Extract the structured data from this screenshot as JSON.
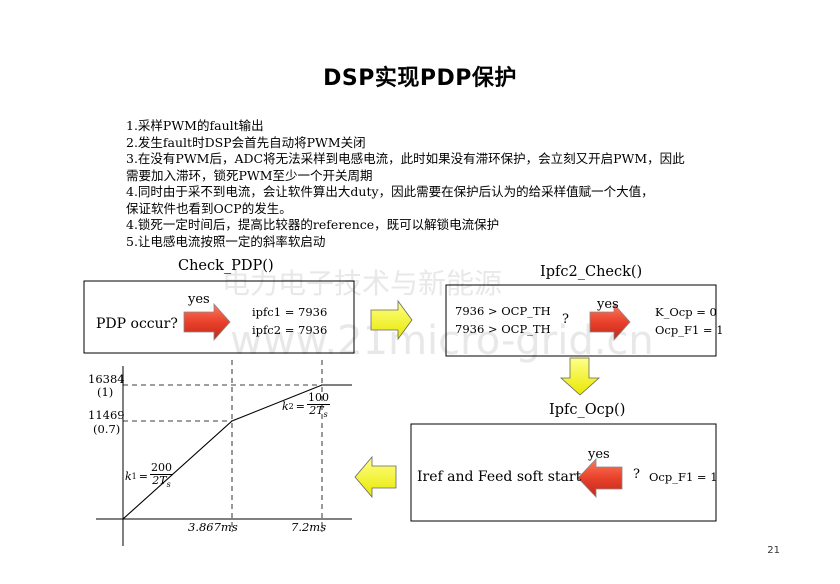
{
  "slide": {
    "title": "DSP实现PDP保护",
    "page_number": "21"
  },
  "steps": [
    "1.采样PWM的fault输出",
    "2.发生fault时DSP会首先自动将PWM关闭",
    "3.在没有PWM后，ADC将无法采样到电感电流，此时如果没有滞环保护，会立刻又开启PWM，因此",
    "需要加入滞环，锁死PWM至少一个开关周期",
    "4.同时由于采不到电流，会让软件算出大duty，因此需要在保护后认为的给采样值赋一个大值，",
    "保证软件也看到OCP的发生。",
    "4.锁死一定时间后，提高比较器的reference，既可以解锁电流保护",
    "5.让电感电流按照一定的斜率软启动"
  ],
  "watermark": {
    "line1": "电力电子技术与新能源",
    "line2": "www.21micro-grid.cn"
  },
  "check_pdp": {
    "caption": "Check_PDP()",
    "yes": "yes",
    "condition": "PDP occur?",
    "assign1": "ipfc1 = 7936",
    "assign2": "ipfc2 = 7936"
  },
  "ipfc2_check": {
    "caption": "Ipfc2_Check()",
    "cond1": "7936 > OCP_TH",
    "cond2": "7936 > OCP_TH",
    "question": "?",
    "yes": "yes",
    "result1": "K_Ocp = 0",
    "result2": "Ocp_F1 = 1"
  },
  "ipfc_ocp": {
    "caption": "Ipfc_Ocp()",
    "action": "Iref and Feed soft start",
    "yes": "yes",
    "question": "?",
    "flag": "Ocp_F1 = 1"
  },
  "graph": {
    "y_top": "16384",
    "y_top_sub": "(1)",
    "y_mid": "11469",
    "y_mid_sub": "(0.7)",
    "x1": "3.867ms",
    "x2": "7.2ms",
    "k1_label": "k",
    "k1_sub": "1",
    "k1_num": "200",
    "k1_den": "2T",
    "k1_den_sub": "s",
    "k2_label": "k",
    "k2_sub": "2",
    "k2_num": "100",
    "k2_den": "2T",
    "k2_den_sub": "s"
  },
  "colors": {
    "red_arrow": "#e8412c",
    "yellow_arrow": "#f5f500",
    "arrow_outline": "#555555"
  }
}
